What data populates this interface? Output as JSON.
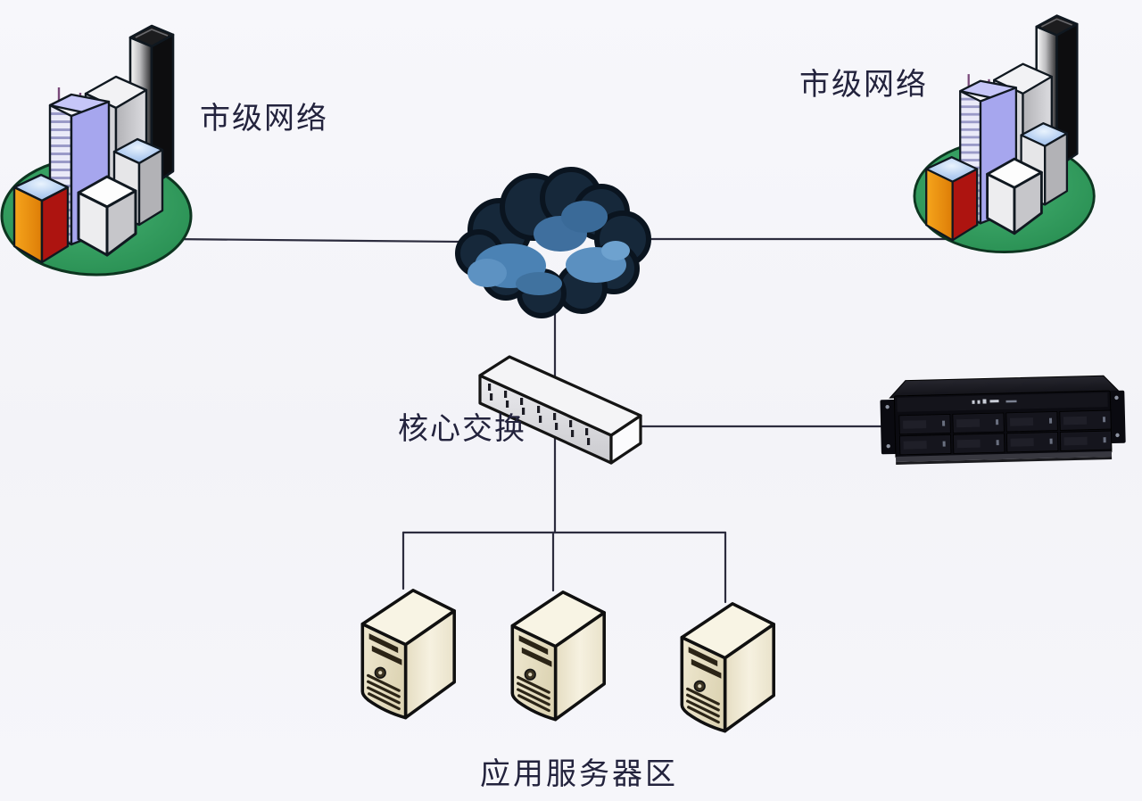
{
  "diagram": {
    "type": "network-topology",
    "labels": {
      "city_left": "市级网络",
      "city_right": "市级网络",
      "core_switch": "核心交换",
      "app_server_zone": "应用服务器区"
    },
    "nodes": [
      {
        "id": "city-network-left",
        "label": "市级网络",
        "icon": "city-buildings-icon"
      },
      {
        "id": "city-network-right",
        "label": "市级网络",
        "icon": "city-buildings-icon"
      },
      {
        "id": "internet-cloud",
        "label": "",
        "icon": "cloud-icon"
      },
      {
        "id": "core-switch",
        "label": "核心交换",
        "icon": "switch-icon"
      },
      {
        "id": "rack-server",
        "label": "",
        "icon": "rack-server-icon"
      },
      {
        "id": "app-server-1",
        "label": "",
        "icon": "tower-server-icon"
      },
      {
        "id": "app-server-2",
        "label": "",
        "icon": "tower-server-icon"
      },
      {
        "id": "app-server-3",
        "label": "",
        "icon": "tower-server-icon"
      }
    ],
    "zone": {
      "label": "应用服务器区",
      "members": [
        "app-server-1",
        "app-server-2",
        "app-server-3"
      ]
    },
    "connections": [
      [
        "city-network-left",
        "internet-cloud"
      ],
      [
        "internet-cloud",
        "city-network-right"
      ],
      [
        "internet-cloud",
        "core-switch"
      ],
      [
        "core-switch",
        "rack-server"
      ],
      [
        "core-switch",
        "app-server-1"
      ],
      [
        "core-switch",
        "app-server-2"
      ],
      [
        "core-switch",
        "app-server-3"
      ]
    ],
    "colors": {
      "background": "#f5f5f9",
      "label_text": "#23233d",
      "connection_line": "#2c2c3e",
      "island_green": "#2f9e5c",
      "cloud_dark": "#16283a",
      "cloud_highlight": "#4b82b4",
      "tower_beige": "#ece4cb",
      "switch_gray": "#e2e2e6",
      "rack_black": "#0b0b11",
      "building_lavender": "#a6a6ee",
      "building_orange": "#f39a15",
      "building_red": "#ad1410"
    }
  }
}
